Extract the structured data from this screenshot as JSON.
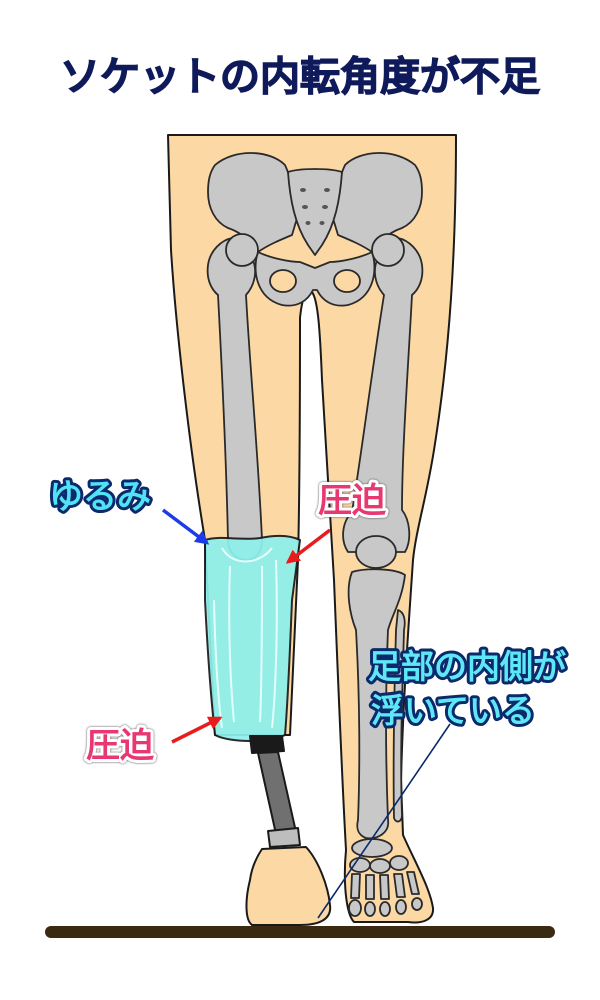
{
  "title": "ソケットの内転角度が不足",
  "labels": {
    "loosening": "ゆるみ",
    "pressure_upper": "圧迫",
    "pressure_lower": "圧迫",
    "foot_inner_lifted_line1": "足部の内側が",
    "foot_inner_lifted_line2": "浮いている"
  },
  "colors": {
    "title": "#0f1a5a",
    "skin": "#fcd8a4",
    "bone": "#c8c8c8",
    "socket": "#8ef0ec",
    "pylon": "#707070",
    "pylon_connector": "#1a1a1a",
    "pylon_adapter": "#bdbdbd",
    "floor": "#3b2a12",
    "loosening_arrow": "#1e3ce6",
    "pressure_arrow": "#e81c1c",
    "loosening_text": "#4fe3f5",
    "pressure_text": "#e83872",
    "callout_text": "#5ee8f7",
    "callout_line": "#0b2a6b"
  }
}
